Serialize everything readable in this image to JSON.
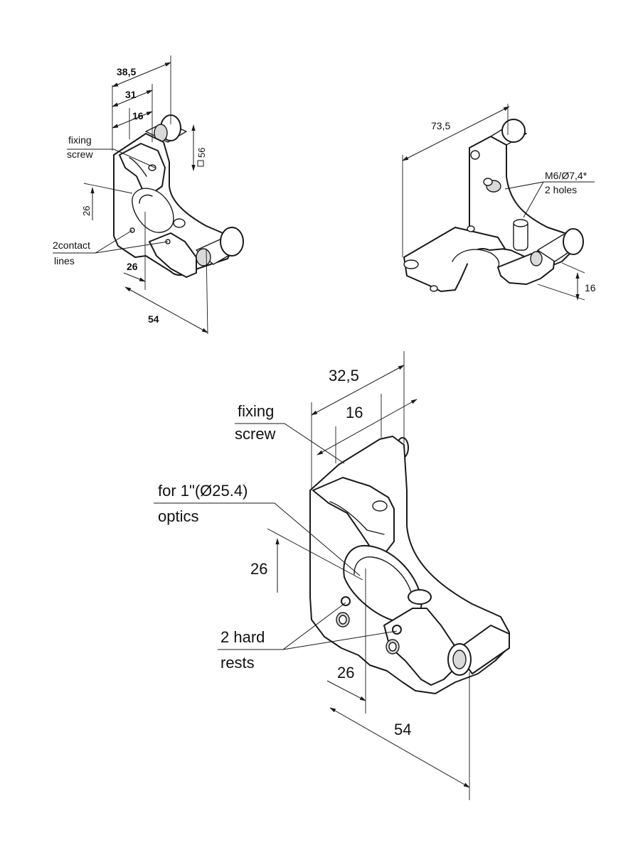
{
  "view_top_left": {
    "dim_width_outer": "38,5",
    "dim_width_mid": "31",
    "dim_width_inner": "16",
    "dim_square": "56",
    "dim_height": "26",
    "dim_depth_small": "26",
    "dim_length": "54",
    "label_fixing": "fixing",
    "label_screw": "screw",
    "label_contact_1": "2contact",
    "label_contact_2": "lines"
  },
  "view_top_right": {
    "dim_length": "73,5",
    "label_thread_1": "M6/Ø7,4*",
    "label_thread_2": "2 holes",
    "dim_height": "16"
  },
  "view_bottom": {
    "dim_width_outer": "32,5",
    "dim_width_inner": "16",
    "label_fixing": "fixing",
    "label_screw": "screw",
    "label_optics_1": "for 1\"(Ø25.4)",
    "label_optics_2": "optics",
    "dim_height": "26",
    "label_rests_1": "2 hard",
    "label_rests_2": "rests",
    "dim_depth_small": "26",
    "dim_length": "54"
  }
}
